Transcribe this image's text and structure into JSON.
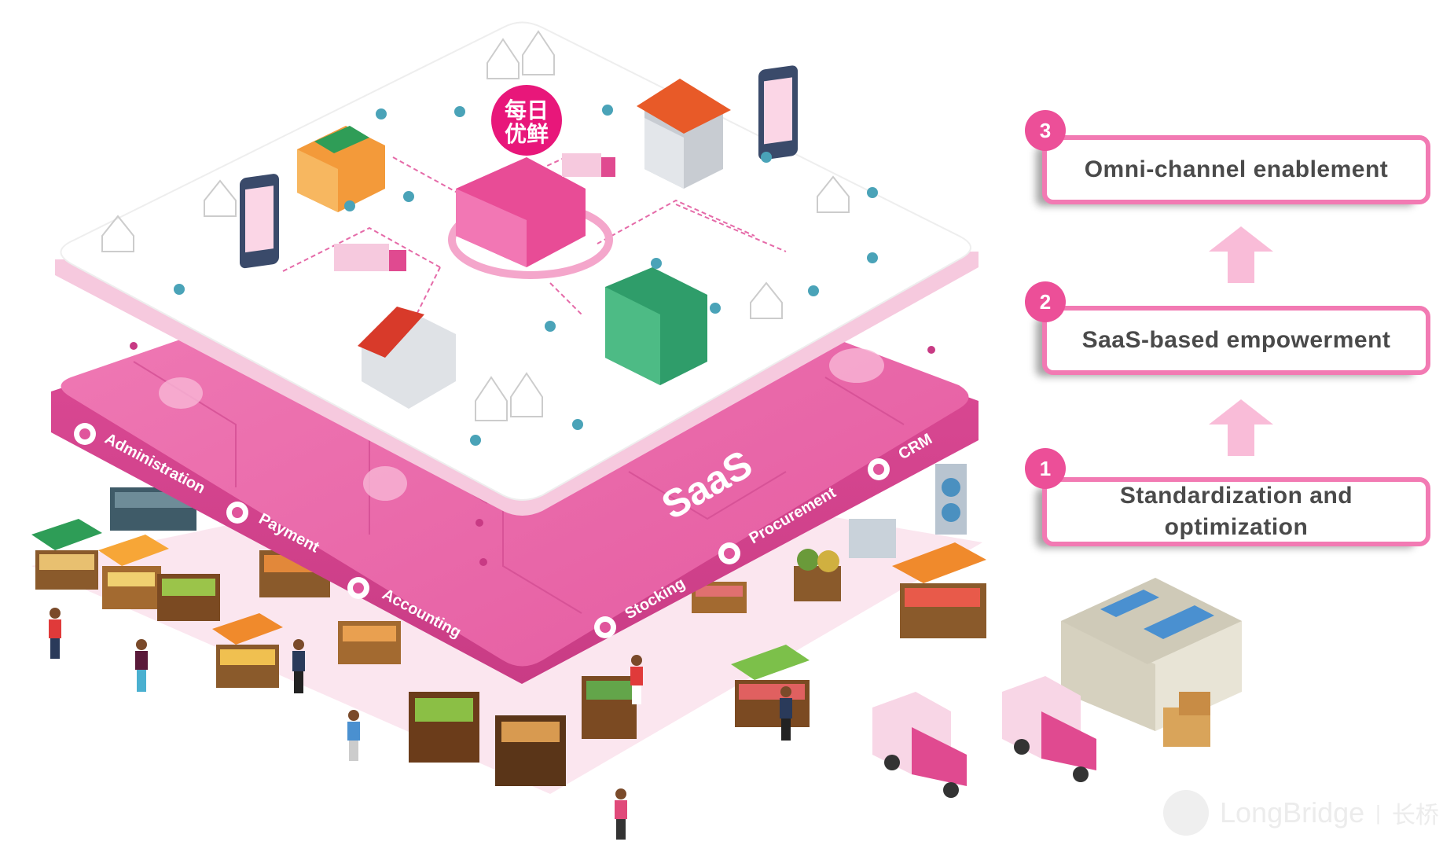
{
  "illustration": {
    "logo_text": "每日优鲜",
    "layer_title": "SaaS",
    "modules": [
      "Administration",
      "Payment",
      "Accounting",
      "Stocking",
      "Procurement",
      "CRM"
    ]
  },
  "steps": [
    {
      "number": "3",
      "label": "Omni-channel enablement"
    },
    {
      "number": "2",
      "label": "SaaS-based empowerment"
    },
    {
      "number": "1",
      "label": "Standardization and optimization"
    }
  ],
  "watermark": {
    "brand": "LongBridge",
    "separator": "|",
    "brand_cn": "长桥"
  },
  "colors": {
    "accent": "#ec4f98",
    "box_border": "#f27ab3",
    "arrow": "#f9bcd8",
    "saas_layer": "#e767a6",
    "text": "#4a4a4a"
  }
}
